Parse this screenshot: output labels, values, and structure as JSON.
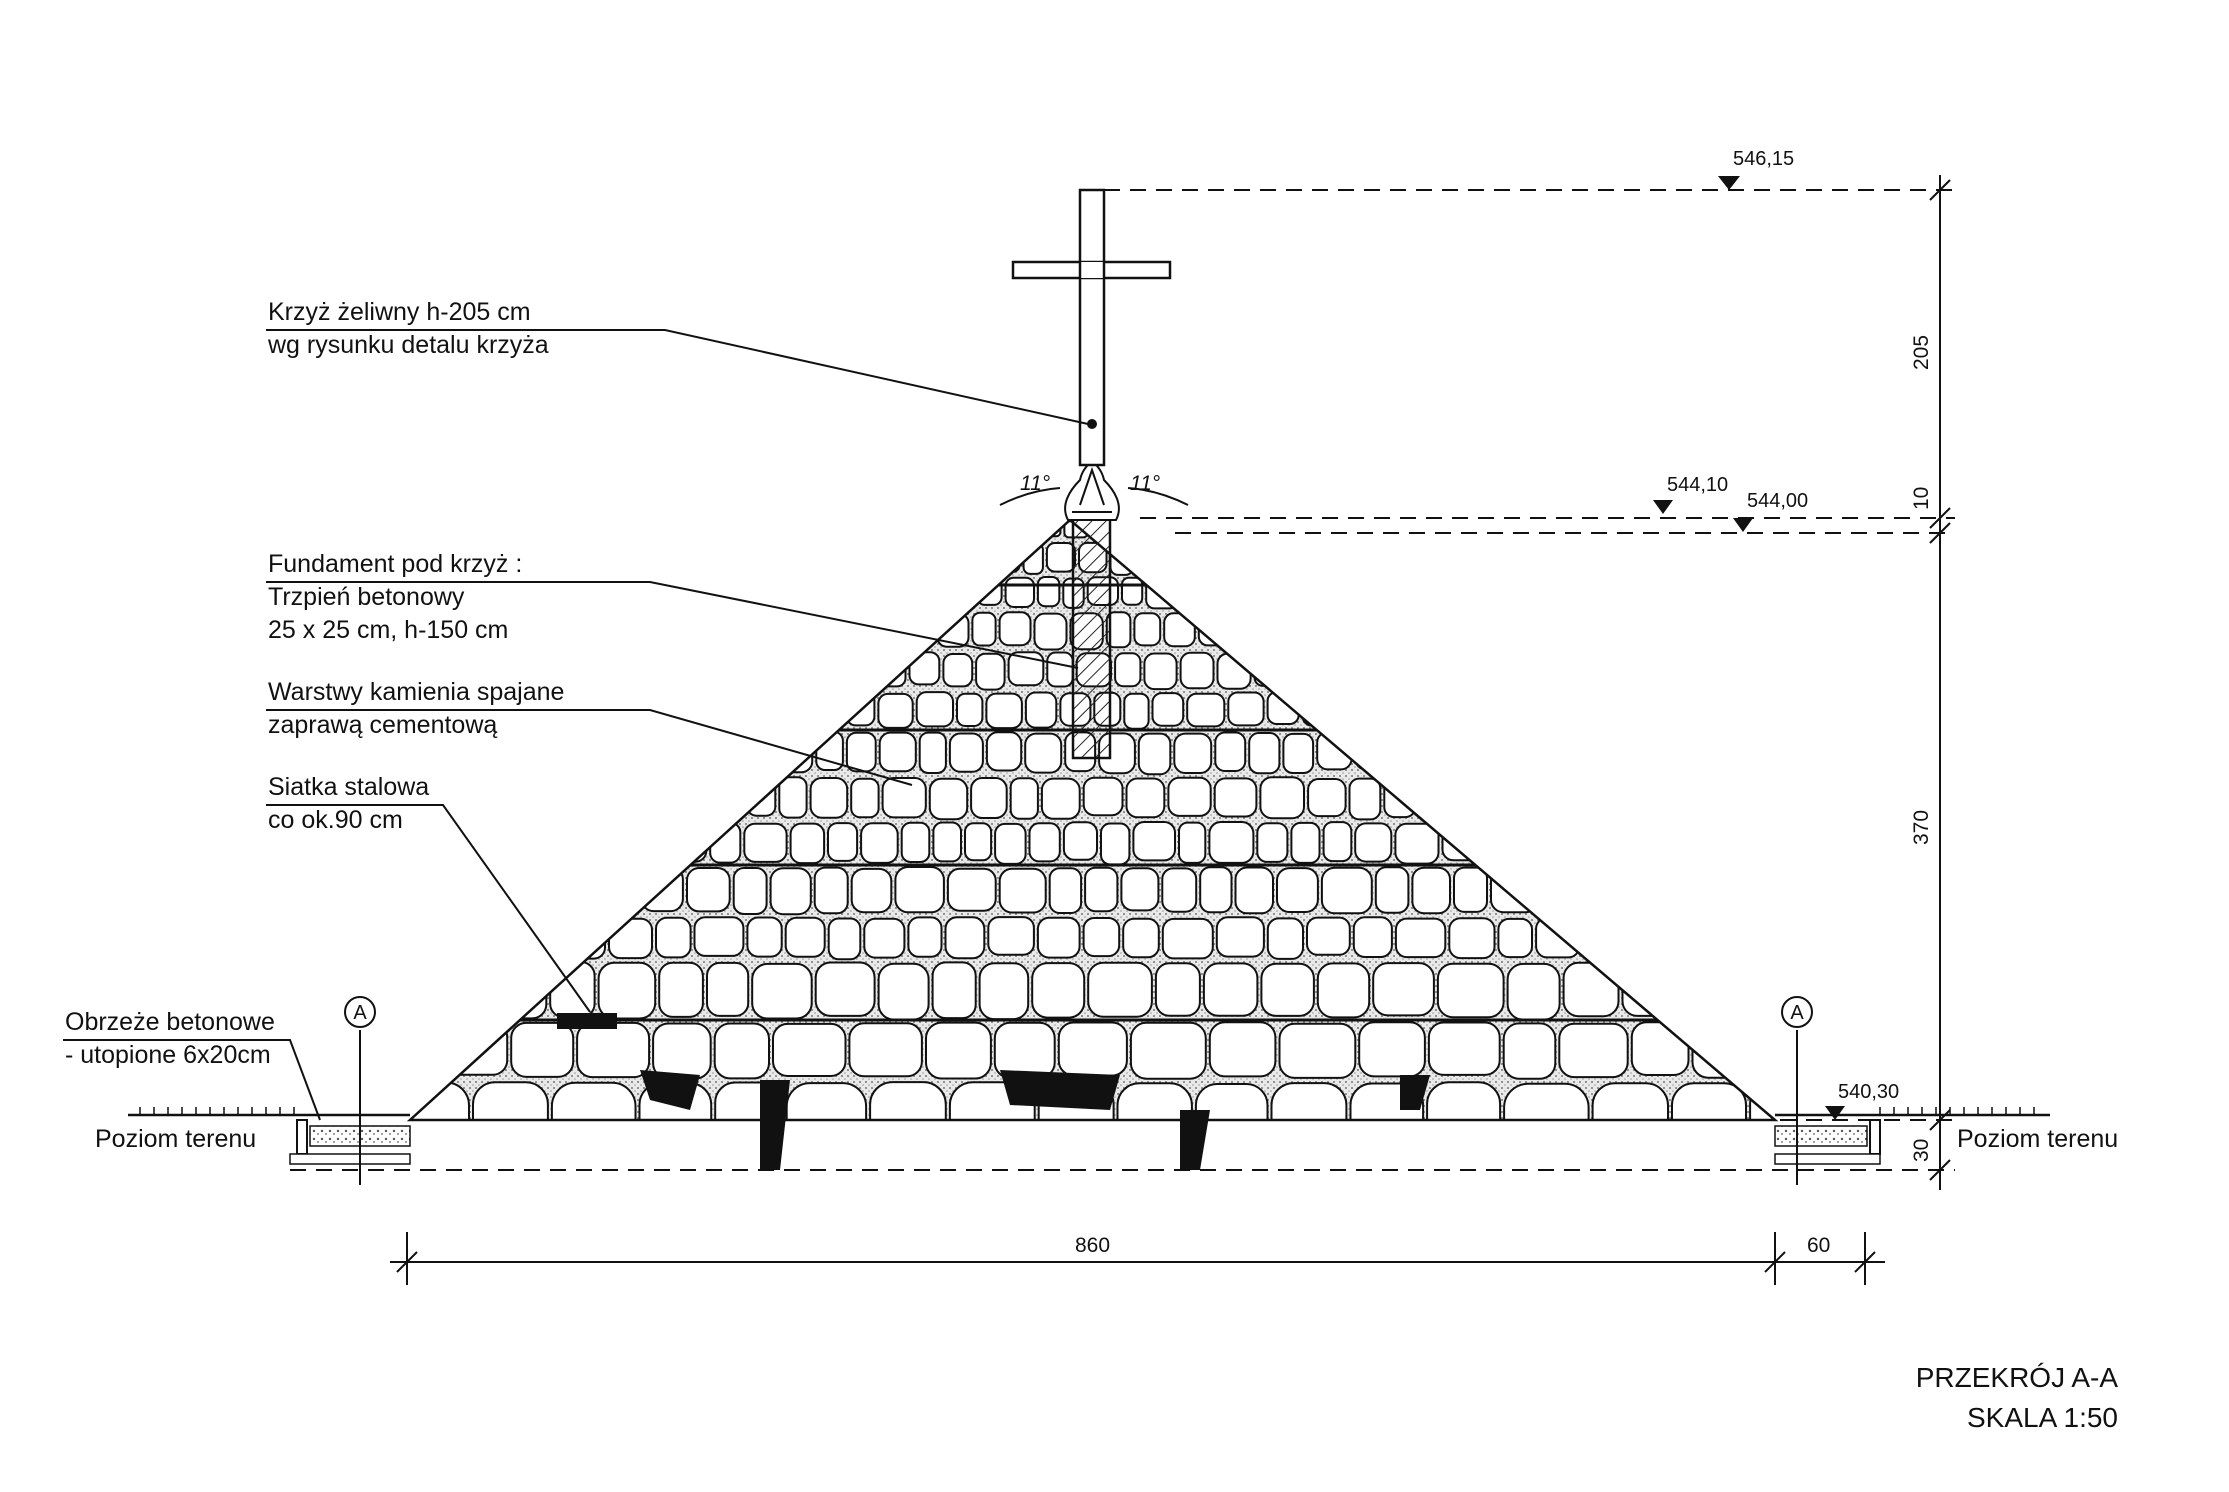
{
  "labels": {
    "cross_line1": "Krzyż żeliwny h-205 cm",
    "cross_line2": "wg rysunku detalu krzyża",
    "foundation_line1": "Fundament pod krzyż :",
    "foundation_line2": "Trzpień betonowy",
    "foundation_line3": "25 x 25 cm, h-150 cm",
    "layers_line1": "Warstwy kamienia spajane",
    "layers_line2": "zaprawą cementową",
    "mesh_line1": "Siatka stalowa",
    "mesh_line2": "co ok.90 cm",
    "curb_line1": "Obrzeże betonowe",
    "curb_line2": "- utopione 6x20cm",
    "ground_left": "Poziom terenu",
    "ground_right": "Poziom terenu"
  },
  "angles": {
    "left": "11°",
    "right": "11°"
  },
  "elevations": {
    "top": "546,15",
    "mid_upper": "544,10",
    "mid_lower": "544,00",
    "ground": "540,30"
  },
  "dimensions": {
    "cross_height": "205",
    "base_height": "10",
    "mound_height": "370",
    "foundation_depth": "30",
    "base_width": "860",
    "edge_width": "60"
  },
  "section_marks": {
    "left": "A",
    "right": "A"
  },
  "title": {
    "section": "PRZEKRÓJ A-A",
    "scale": "SKALA 1:50"
  }
}
